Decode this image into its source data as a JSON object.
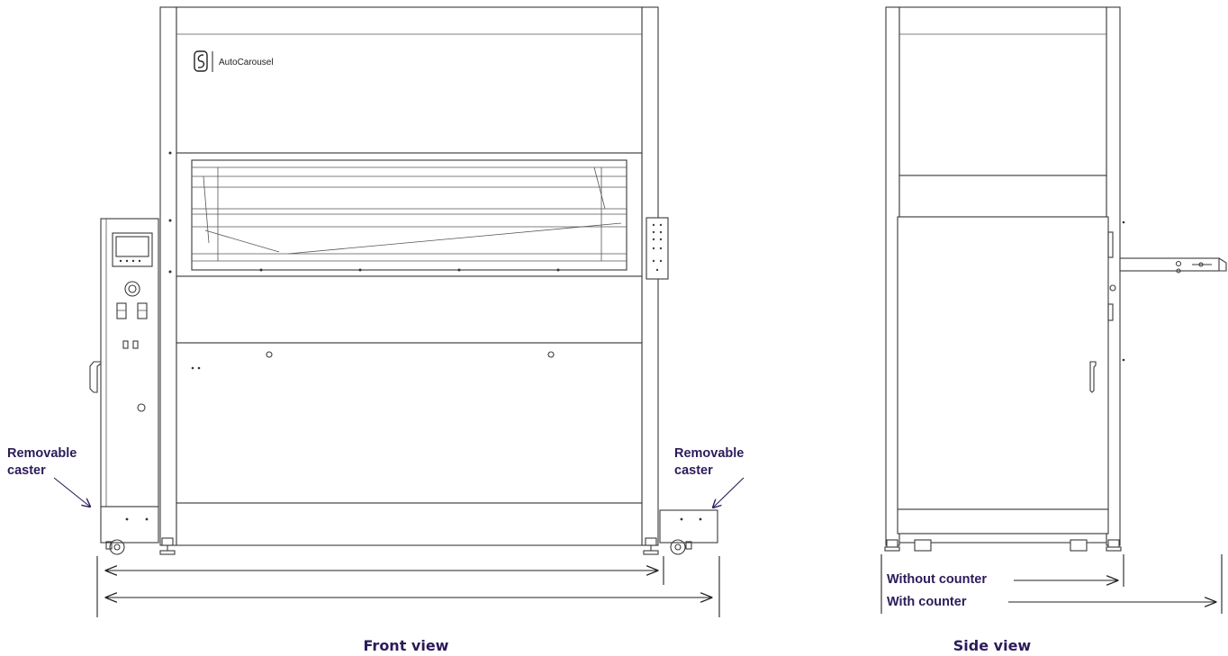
{
  "brand": {
    "name": "AutoCarousel"
  },
  "front": {
    "caption": "Front view",
    "caster_left": {
      "line1": "Removable",
      "line2": "caster"
    },
    "caster_right": {
      "line1": "Removable",
      "line2": "caster"
    }
  },
  "side": {
    "caption": "Side view",
    "without_counter": "Without counter",
    "with_counter": "With counter"
  },
  "colors": {
    "accent": "#2c1b5a",
    "line": "#3a3a3a"
  }
}
